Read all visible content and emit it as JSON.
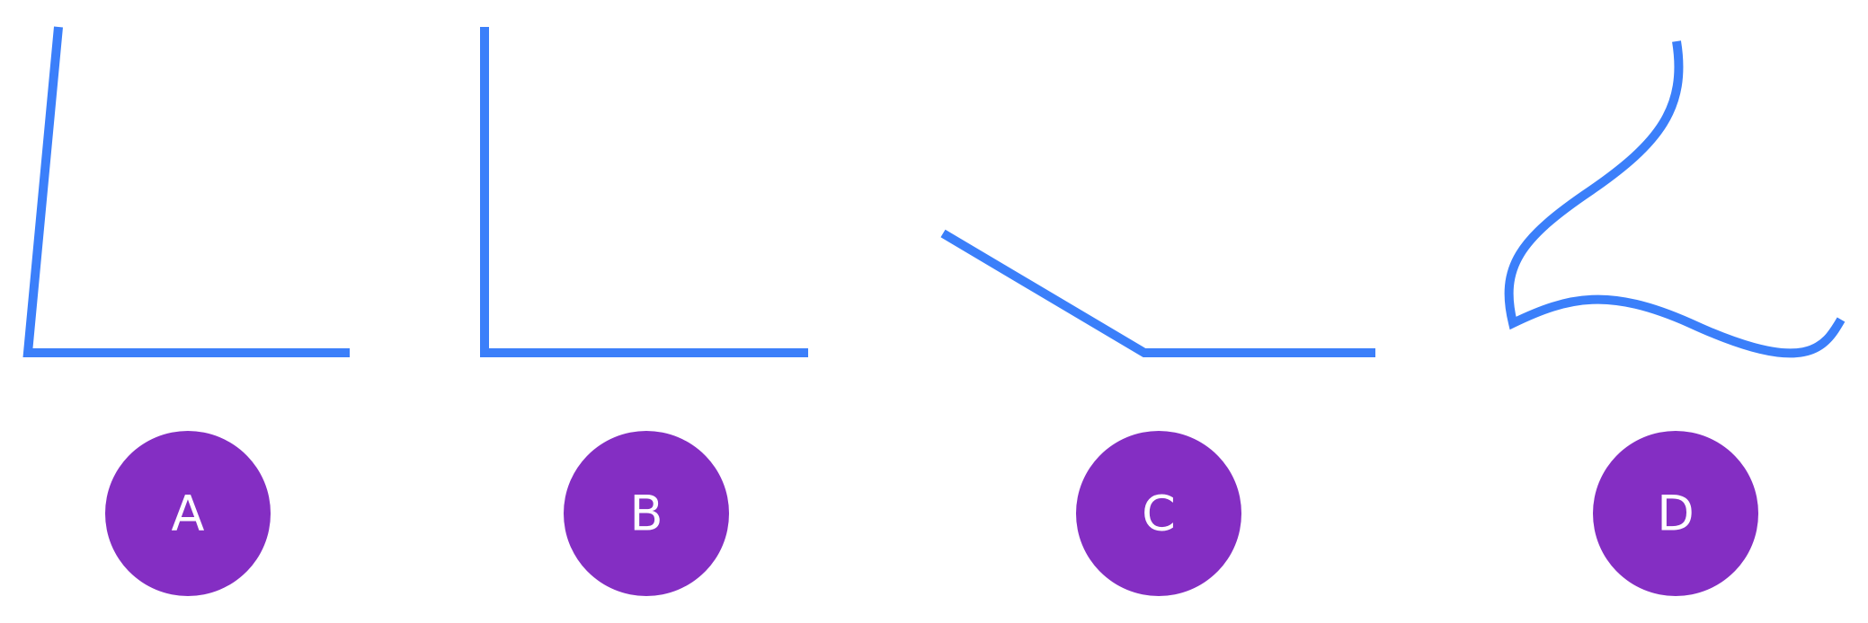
{
  "colors": {
    "background": "#ffffff",
    "line": "#3b7ffa",
    "badge": "#842ec3",
    "badge_text": "#ffffff"
  },
  "options": [
    {
      "id": "a",
      "label": "A",
      "shape": "steep-slope-to-horizontal-base"
    },
    {
      "id": "b",
      "label": "B",
      "shape": "vertical-to-horizontal-base (right angle)"
    },
    {
      "id": "c",
      "label": "C",
      "shape": "gentle-slope-to-horizontal-base"
    },
    {
      "id": "d",
      "label": "D",
      "shape": "wavy-curve"
    }
  ]
}
